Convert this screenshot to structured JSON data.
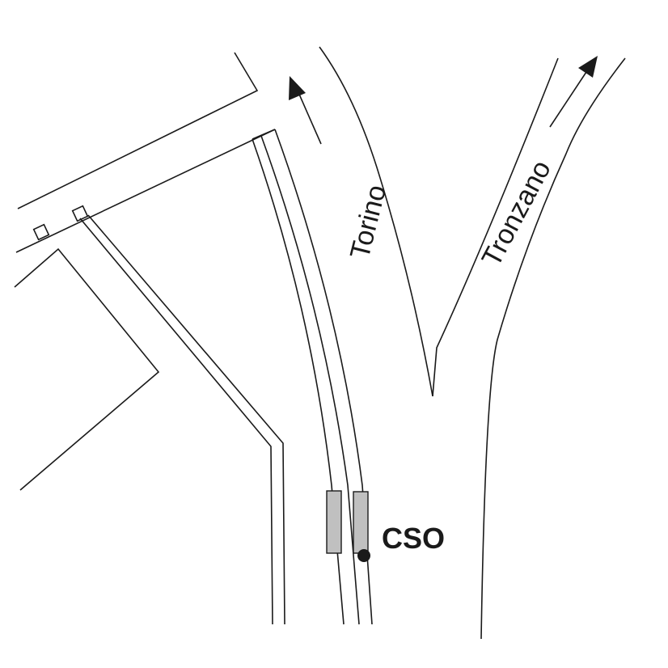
{
  "labels": {
    "torino": "Torino",
    "tronzano": "Tronzano",
    "cso": "CSO"
  },
  "colors": {
    "line": "#1a1a1a",
    "gauge_fill": "#c0c0c0",
    "background": "#ffffff"
  }
}
